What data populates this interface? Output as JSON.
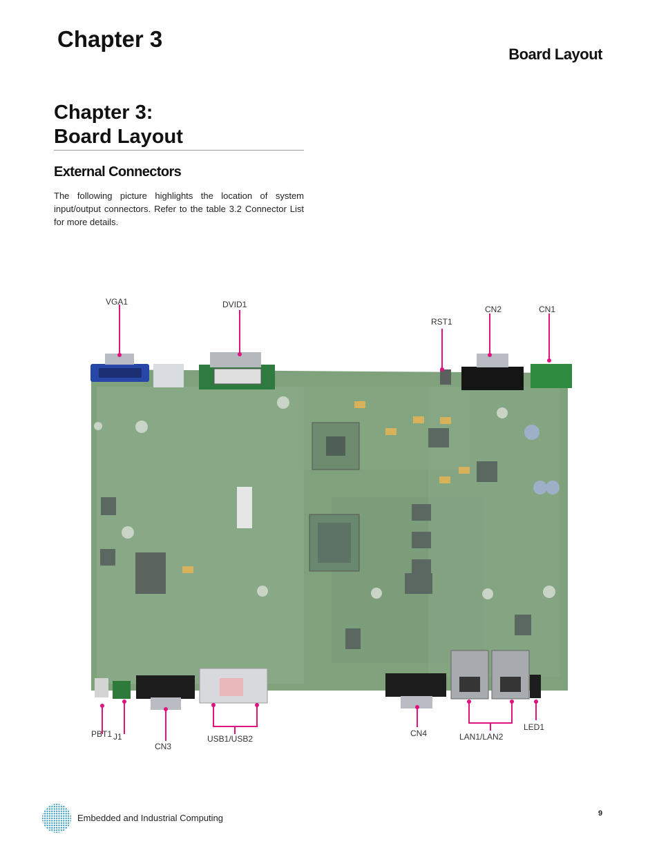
{
  "header": {
    "chapter": "Chapter 3",
    "running_title": "Board Layout"
  },
  "section": {
    "title_line1": "Chapter 3:",
    "title_line2": "Board Layout",
    "subsection": "External Connectors",
    "intro": "The following picture highlights the location of system input/output connectors.  Refer to the table 3.2 Connector List for more details."
  },
  "figure": {
    "callouts": {
      "vga1": "VGA1",
      "dvid1": "DVID1",
      "rst1": "RST1",
      "cn2": "CN2",
      "cn1": "CN1",
      "pbt1": "PBT1",
      "j1": "J1",
      "cn3": "CN3",
      "usb": "USB1/USB2",
      "cn4": "CN4",
      "lan": "LAN1/LAN2",
      "led1": "LED1"
    },
    "colors": {
      "pcb": "#7fa27c",
      "pcb_light": "#98b896",
      "callout_line": "#e0127f",
      "vga_blue": "#2747a8",
      "terminal_green": "#2e8b3d"
    }
  },
  "footer": {
    "text": "Embedded and Industrial Computing",
    "page_number": "9"
  }
}
